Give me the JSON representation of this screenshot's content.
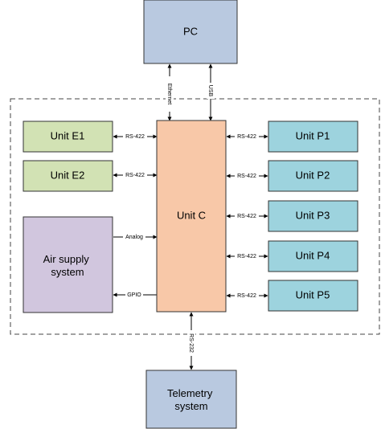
{
  "colors": {
    "pc": "#b9c9e0",
    "unit_e": "#d2e2b4",
    "unit_p": "#9dd3de",
    "unit_c": "#f8c8a8",
    "air": "#d1c6de",
    "telemetry": "#b9c9e0",
    "stroke": "#333333",
    "boundary": "#444444"
  },
  "nodes": {
    "pc": "PC",
    "unit_e1": "Unit E1",
    "unit_e2": "Unit E2",
    "unit_c": "Unit C",
    "unit_p1": "Unit P1",
    "unit_p2": "Unit P2",
    "unit_p3": "Unit P3",
    "unit_p4": "Unit P4",
    "unit_p5": "Unit P5",
    "air_supply_line1": "Air supply",
    "air_supply_line2": "system",
    "telemetry_line1": "Telemetry",
    "telemetry_line2": "system"
  },
  "connections": {
    "ethernet": "Ethernet",
    "usb": "USB",
    "e1": "RS-422",
    "e2": "RS-422",
    "p1": "RS-422",
    "p2": "RS-422",
    "p3": "RS-422",
    "p4": "RS-422",
    "p5": "RS-422",
    "analog": "Analog",
    "gpio": "GPIO",
    "rs232": "RS-232"
  }
}
